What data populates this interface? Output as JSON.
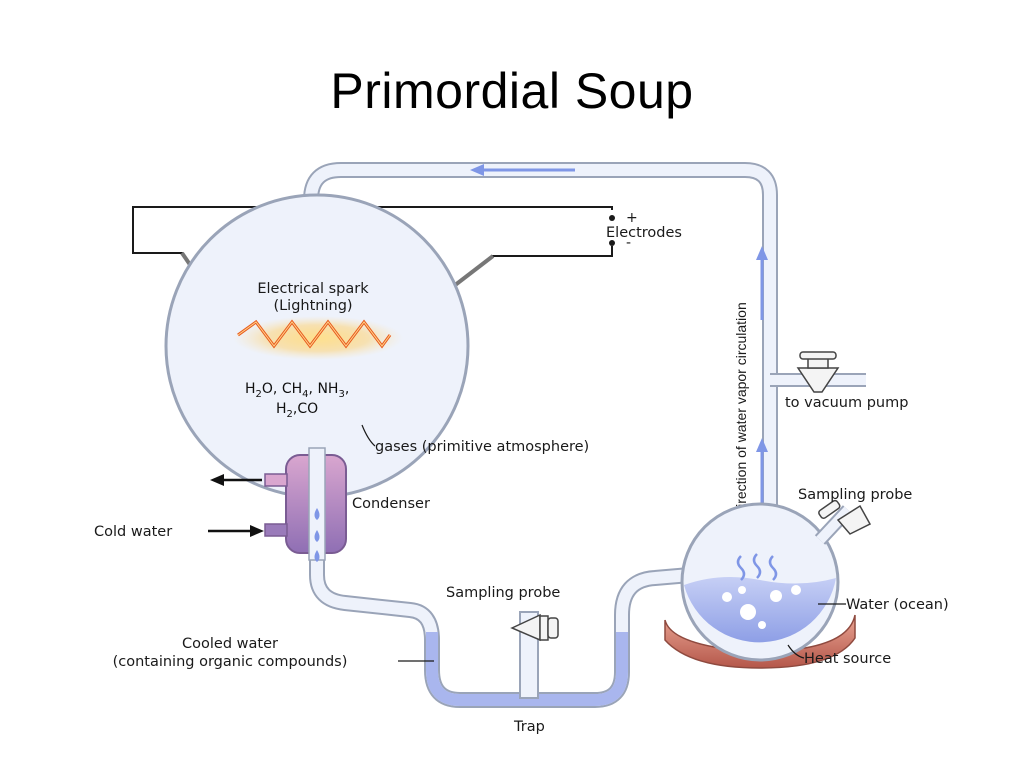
{
  "title": "Primordial Soup",
  "labels": {
    "electrodes": "Electrodes",
    "plus": "+",
    "minus": "-",
    "spark_line1": "Electrical spark",
    "spark_line2": "(Lightning)",
    "gases": "gases (primitive atmosphere)",
    "condenser": "Condenser",
    "cold_water": "Cold water",
    "cooled_water_line1": "Cooled water",
    "cooled_water_line2": "(containing organic compounds)",
    "trap": "Trap",
    "sampling_probe_trap": "Sampling probe",
    "sampling_probe_flask": "Sampling probe",
    "vacuum_pump": "to vacuum pump",
    "direction": "Direction of water vapor circulation",
    "water_ocean": "Water (ocean)",
    "heat_source": "Heat source"
  },
  "formula": {
    "h2o": [
      "H",
      "2",
      "O,"
    ],
    "ch4": [
      "CH",
      "4",
      ","
    ],
    "nh3": [
      "NH",
      "3",
      ","
    ],
    "h2": [
      "H",
      "2",
      ","
    ],
    "co": "CO"
  },
  "colors": {
    "tube_fill": "#eef2fb",
    "tube_stroke": "#9aa4b8",
    "flow_arrow": "#7f96e6",
    "liquid": "#a9b6ee",
    "condenser": "#b285b8",
    "spark": "#e85a1e",
    "heat": "#c9796a"
  }
}
